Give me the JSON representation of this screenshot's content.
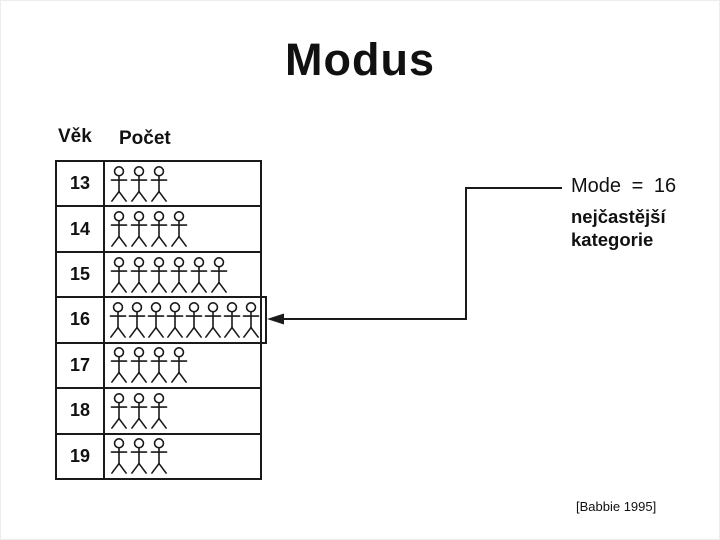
{
  "slide": {
    "title": "Modus",
    "citation": "[Babbie 1995]"
  },
  "pictograph": {
    "col_headers": {
      "age": "Věk",
      "count": "Počet"
    },
    "rows": [
      {
        "age": "13",
        "count": 3,
        "is_mode": false
      },
      {
        "age": "14",
        "count": 4,
        "is_mode": false
      },
      {
        "age": "15",
        "count": 6,
        "is_mode": false
      },
      {
        "age": "16",
        "count": 8,
        "is_mode": true
      },
      {
        "age": "17",
        "count": 4,
        "is_mode": false
      },
      {
        "age": "18",
        "count": 3,
        "is_mode": false
      },
      {
        "age": "19",
        "count": 3,
        "is_mode": false
      }
    ],
    "person_icon": "stick-figure"
  },
  "annotation": {
    "mode_label": "Mode = 16",
    "description_line1": "nejčastější",
    "description_line2": "kategorie"
  },
  "chart_data": {
    "type": "bar",
    "categories": [
      13,
      14,
      15,
      16,
      17,
      18,
      19
    ],
    "values": [
      3,
      4,
      6,
      8,
      4,
      3,
      3
    ],
    "title": "Modus",
    "xlabel": "Věk",
    "ylabel": "Počet",
    "mode": 16,
    "annotation": "Mode = 16 — nejčastější kategorie",
    "style": "pictograph (stick figures per unit)"
  },
  "ink_color": "#1a1a1a"
}
